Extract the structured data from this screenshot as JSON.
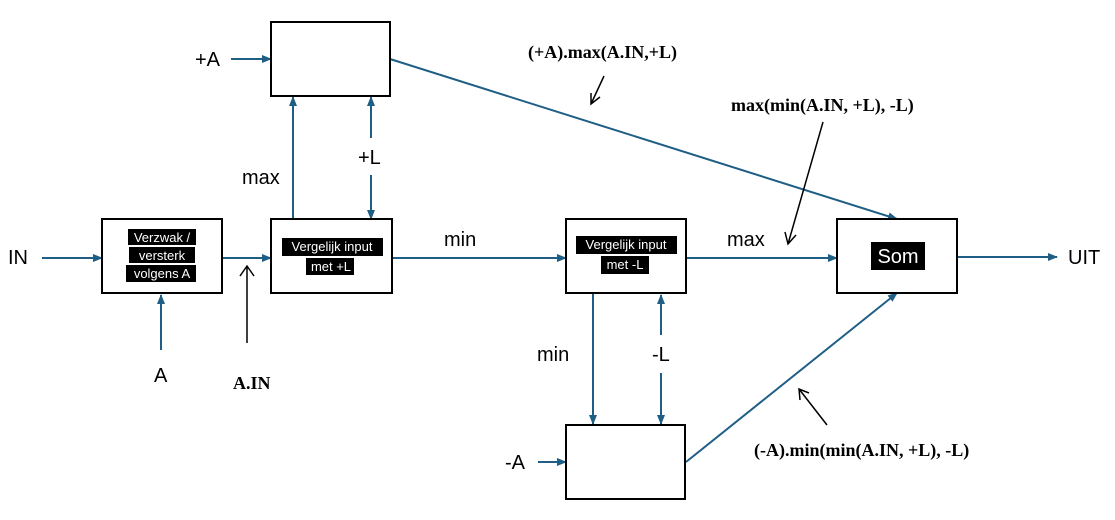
{
  "colors": {
    "line": "#1f5f86",
    "box_border": "#000000",
    "highlight_bg": "#000000",
    "highlight_fg": "#ffffff"
  },
  "blocks": {
    "attenuator": {
      "line1": "Verzwak /",
      "line2": "versterk",
      "line3": "volgens A"
    },
    "comparator_plus": {
      "line1": "Vergelijk input",
      "line2": "met +L"
    },
    "comparator_minus": {
      "line1": "Vergelijk input",
      "line2": "met -L"
    },
    "sum": {
      "label": "Som"
    }
  },
  "signals": {
    "in": "IN",
    "out": "UIT",
    "a": "A",
    "ain": "A.IN",
    "plus_a": "+A",
    "minus_a": "-A",
    "plus_l": "+L",
    "minus_l": "-L",
    "max_top": "max",
    "min_mid": "min",
    "max_mid": "max",
    "min_bottom": "min"
  },
  "annotations": {
    "top": "(+A).max(A.IN,+L)",
    "middle": "max(min(A.IN, +L), -L)",
    "bottom": "(-A).min(min(A.IN, +L), -L)"
  }
}
